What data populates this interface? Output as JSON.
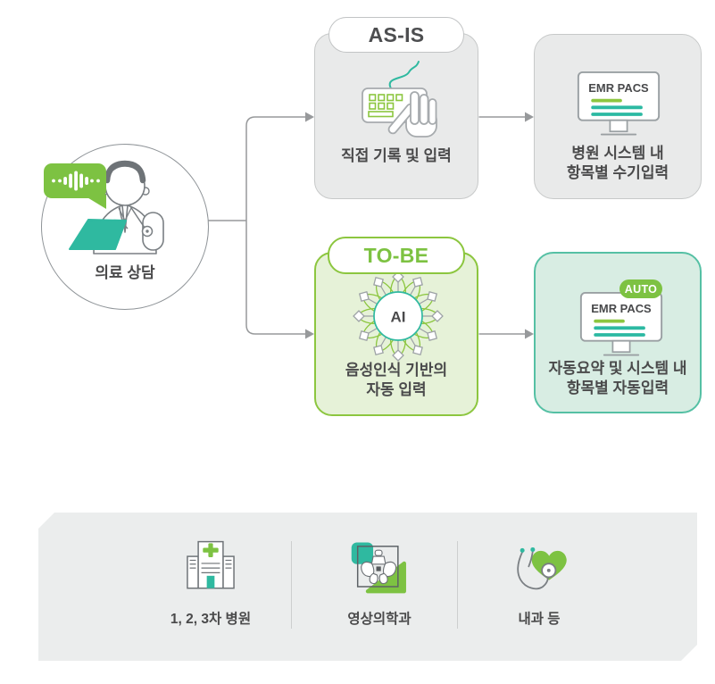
{
  "palette": {
    "lime": "#7DC242",
    "lime_border": "#8CC63F",
    "teal": "#2FB9A0",
    "mint_border": "#55C0A4",
    "gray_box_bg": "#E9EAEA",
    "green_box_bg": "#E6F2D8",
    "mint_box_bg": "#D8EDE3",
    "band_bg": "#EBEDED",
    "text_dark": "#4A4A4B"
  },
  "source": {
    "label": "의료 상담"
  },
  "as_is": {
    "badge": "AS-IS",
    "input_step": {
      "caption": "직접 기록 및 입력"
    },
    "system_step": {
      "screen_title": "EMR PACS",
      "caption_line1": "병원 시스템 내",
      "caption_line2": "항목별 수기입력"
    }
  },
  "to_be": {
    "badge": "TO-BE",
    "input_step": {
      "ai_label": "AI",
      "caption_line1": "음성인식 기반의",
      "caption_line2": "자동 입력"
    },
    "system_step": {
      "auto_badge": "AUTO",
      "screen_title": "EMR PACS",
      "caption_line1": "자동요약 및 시스템 내",
      "caption_line2": "항목별 자동입력"
    }
  },
  "footer": {
    "items": [
      {
        "label": "1, 2, 3차 병원",
        "icon": "hospital-icon"
      },
      {
        "label": "영상의학과",
        "icon": "xray-pelvis-icon"
      },
      {
        "label": "내과 등",
        "icon": "stethoscope-heart-icon"
      }
    ]
  }
}
